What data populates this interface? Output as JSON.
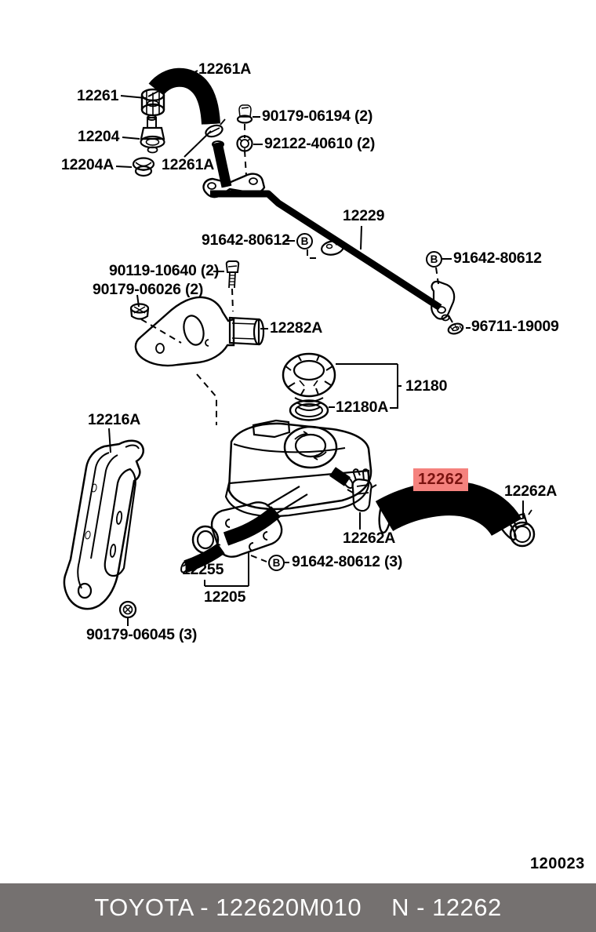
{
  "diagram": {
    "figure_code": "120023",
    "marker_b": "B",
    "highlight": {
      "bg": "#f5827e",
      "text": "#7b1310"
    },
    "parts": {
      "p12261a_top": "12261A",
      "p12261": "12261",
      "p12204": "12204",
      "p12204a": "12204A",
      "p12261a_2": "12261A",
      "p90179_06194": "90179-06194 (2)",
      "p92122_40610": "92122-40610 (2)",
      "p12229": "12229",
      "p91642_left": "91642-80612",
      "p90119_10640": "90119-10640 (2)",
      "p90179_06026": "90179-06026 (2)",
      "p12282a": "12282A",
      "p91642_right": "91642-80612",
      "p96711_19009": "96711-19009",
      "p12180": "12180",
      "p12180a": "12180A",
      "p12216a": "12216A",
      "p12262": "12262",
      "p12262a_right": "12262A",
      "p12262a_mid": "12262A",
      "p91642_bottom": "91642-80612 (3)",
      "p12255": "12255",
      "p12205": "12205",
      "p90179_06045": "90179-06045 (3)"
    }
  },
  "banner": {
    "left": "TOYOTA - 122620M010",
    "right": "N - 12262",
    "bg": "#757170",
    "text_color": "#ffffff"
  }
}
